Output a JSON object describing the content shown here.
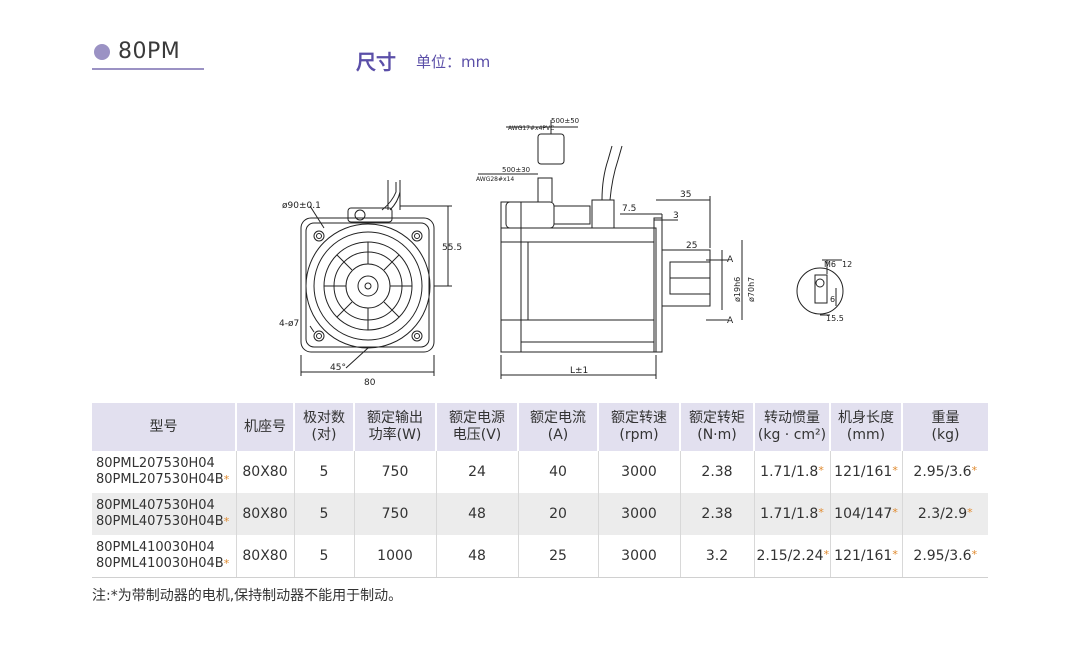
{
  "header": {
    "model_title": "80PM",
    "dimension_title": "尺寸",
    "unit_label": "单位：mm"
  },
  "drawing": {
    "front_view": {
      "flange_circle": "ø90±0.1",
      "height_dim": "55.5",
      "holes": "4-ø7",
      "angle": "45°",
      "width_dim": "80"
    },
    "side_view": {
      "cable1_length": "500±50",
      "cable1_spec": "AWG17#x4PVC",
      "cable2_length": "500±30",
      "cable2_spec": "AWG28#x14",
      "shaft_total": "35",
      "flange_to_key": "7.5",
      "flange_thk": "3",
      "key_length": "25",
      "section_mark": "A",
      "shaft_dia": "ø19h6",
      "spigot_dia": "ø70h7",
      "body_length": "L±1"
    },
    "section_view": {
      "thread": "M6",
      "thread_depth": "12",
      "key_depth": "15.5",
      "key_width": "6"
    }
  },
  "table": {
    "headers": [
      {
        "line1": "型号",
        "line2": ""
      },
      {
        "line1": "机座号",
        "line2": ""
      },
      {
        "line1": "极对数",
        "line2": "(对)"
      },
      {
        "line1": "额定输出",
        "line2": "功率(W)"
      },
      {
        "line1": "额定电源",
        "line2": "电压(V)"
      },
      {
        "line1": "额定电流",
        "line2": "(A)"
      },
      {
        "line1": "额定转速",
        "line2": "(rpm)"
      },
      {
        "line1": "额定转矩",
        "line2": "(N·m)"
      },
      {
        "line1": "转动惯量",
        "line2": "(kg · cm²)"
      },
      {
        "line1": "机身长度",
        "line2": "(mm)"
      },
      {
        "line1": "重量",
        "line2": "(kg)"
      }
    ],
    "rows": [
      {
        "model_a": "80PML207530H04",
        "model_b": "80PML207530H04B",
        "frame": "80X80",
        "poles": "5",
        "power": "750",
        "voltage": "24",
        "current": "40",
        "speed": "3000",
        "torque": "2.38",
        "inertia": "1.71/1.8",
        "length": "121/161",
        "weight": "2.95/3.6"
      },
      {
        "model_a": "80PML407530H04",
        "model_b": "80PML407530H04B",
        "frame": "80X80",
        "poles": "5",
        "power": "750",
        "voltage": "48",
        "current": "20",
        "speed": "3000",
        "torque": "2.38",
        "inertia": "1.71/1.8",
        "length": "104/147",
        "weight": "2.3/2.9"
      },
      {
        "model_a": "80PML410030H04",
        "model_b": "80PML410030H04B",
        "frame": "80X80",
        "poles": "5",
        "power": "1000",
        "voltage": "48",
        "current": "25",
        "speed": "3000",
        "torque": "3.2",
        "inertia": "2.15/2.24",
        "length": "121/161",
        "weight": "2.95/3.6"
      }
    ],
    "star_mark": "*"
  },
  "note": "注:*为带制动器的电机,保持制动器不能用于制动。",
  "colors": {
    "accent": "#5b4fa8",
    "dot": "#9b92c4",
    "header_bg": "#e2e0ef",
    "star": "#e08a2e"
  }
}
